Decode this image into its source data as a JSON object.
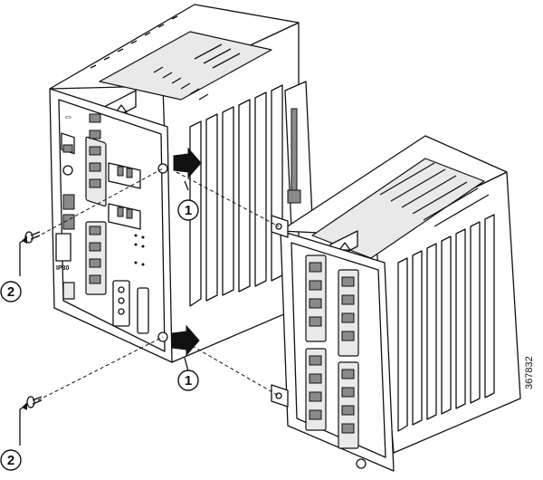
{
  "figure": {
    "figure_id": "367832"
  },
  "callouts": {
    "arrow_callout_upper": "1",
    "arrow_callout_lower": "1",
    "screw_callout_upper": "2",
    "screw_callout_lower": "2"
  },
  "labels": {
    "sticker_ip30": "IP30"
  }
}
